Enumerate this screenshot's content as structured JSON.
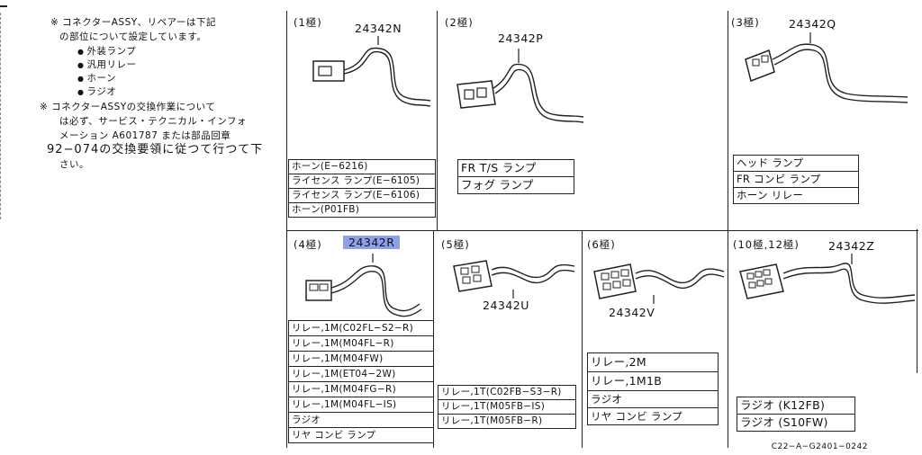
{
  "notes": {
    "note1_line1": "※ コネクターASSY、リペアーは下記",
    "note1_line2": "の部位について設定しています。",
    "items": [
      "外装ランプ",
      "汎用リレー",
      "ホーン",
      "ラジオ"
    ],
    "note2_line1": "※ コネクターASSYの交換作業について",
    "note2_line2": "は必ず、サービス・テクニカル・インフォ",
    "note2_line3": "メーション A601787 または部品回章",
    "note2_line4": "92−074の交換要領に従つて行つて下",
    "note2_line5": "さい。"
  },
  "cells": {
    "c1": {
      "label": "(1極)",
      "part": "24342N",
      "usage": [
        "ホーン(E−6216)",
        "ライセンス ランプ(E−6105)",
        "ライセンス ランプ(E−6106)",
        "ホーン(P01FB)"
      ]
    },
    "c2": {
      "label": "(2極)",
      "part": "24342P",
      "usage": [
        "FR T/S ランプ",
        "フォグ ランプ"
      ]
    },
    "c3": {
      "label": "(3極)",
      "part": "24342Q",
      "usage": [
        "ヘッド ランプ",
        "FR コンビ ランプ",
        "ホーン リレー"
      ]
    },
    "c4": {
      "label": "(4極)",
      "part": "24342R",
      "usage": [
        "リレー,1M(C02FL−S2−R)",
        "リレー,1M(M04FL−R)",
        "リレー,1M(M04FW)",
        "リレー,1M(ET04−2W)",
        "リレー,1M(M04FG−R)",
        "リレー,1M(M04FL−IS)",
        "ラジオ",
        "リヤ コンビ ランプ"
      ]
    },
    "c5": {
      "label": "(5極)",
      "part": "24342U",
      "usage": [
        "リレー,1T(C02FB−S3−R)",
        "リレー,1T(M05FB−IS)",
        "リレー,1T(M05FB−R)"
      ]
    },
    "c6": {
      "label": "(6極)",
      "part": "24342V",
      "usage": [
        "リレー,2M",
        "リレー,1M1B",
        "ラジオ",
        "リヤ コンビ ランプ"
      ]
    },
    "c7": {
      "label": "(10極,12極)",
      "part": "24342Z",
      "usage": [
        "ラジオ (K12FB)",
        "ラジオ (S10FW)"
      ]
    }
  },
  "code": "C22−A−G2401−0242",
  "colors": {
    "highlight": "#8f9fe8",
    "line": "#222222"
  }
}
